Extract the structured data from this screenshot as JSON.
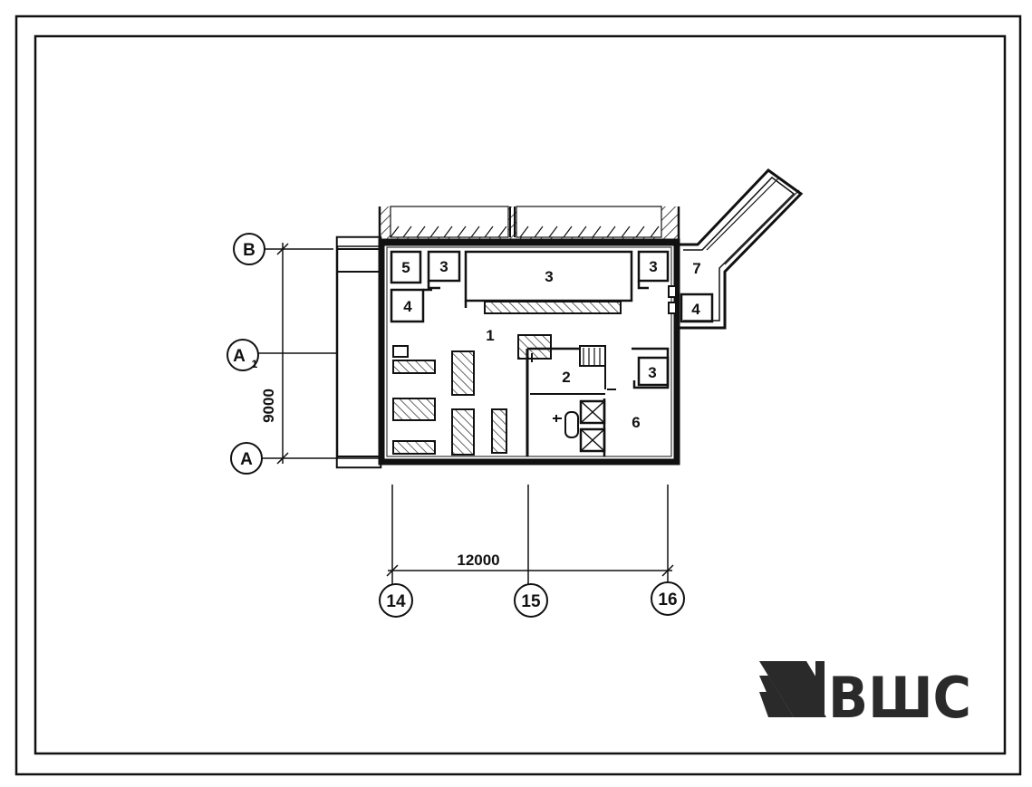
{
  "axes": {
    "rows": [
      {
        "letter": "В",
        "sub": ""
      },
      {
        "letter": "А",
        "sub": "1"
      },
      {
        "letter": "А",
        "sub": ""
      }
    ],
    "columns": [
      "14",
      "15",
      "16"
    ]
  },
  "dimensions": {
    "horizontal": "12000",
    "vertical": "9000"
  },
  "rooms": [
    {
      "id": "1",
      "label": "1"
    },
    {
      "id": "2",
      "label": "2"
    },
    {
      "id": "3-main",
      "label": "3"
    },
    {
      "id": "3-small-left",
      "label": "3"
    },
    {
      "id": "3-small-right",
      "label": "3"
    },
    {
      "id": "3-east",
      "label": "3"
    },
    {
      "id": "4-west",
      "label": "4"
    },
    {
      "id": "4-annex",
      "label": "4"
    },
    {
      "id": "5",
      "label": "5"
    },
    {
      "id": "6",
      "label": "6"
    },
    {
      "id": "7",
      "label": "7"
    }
  ],
  "logo": {
    "text": "ВШС"
  }
}
